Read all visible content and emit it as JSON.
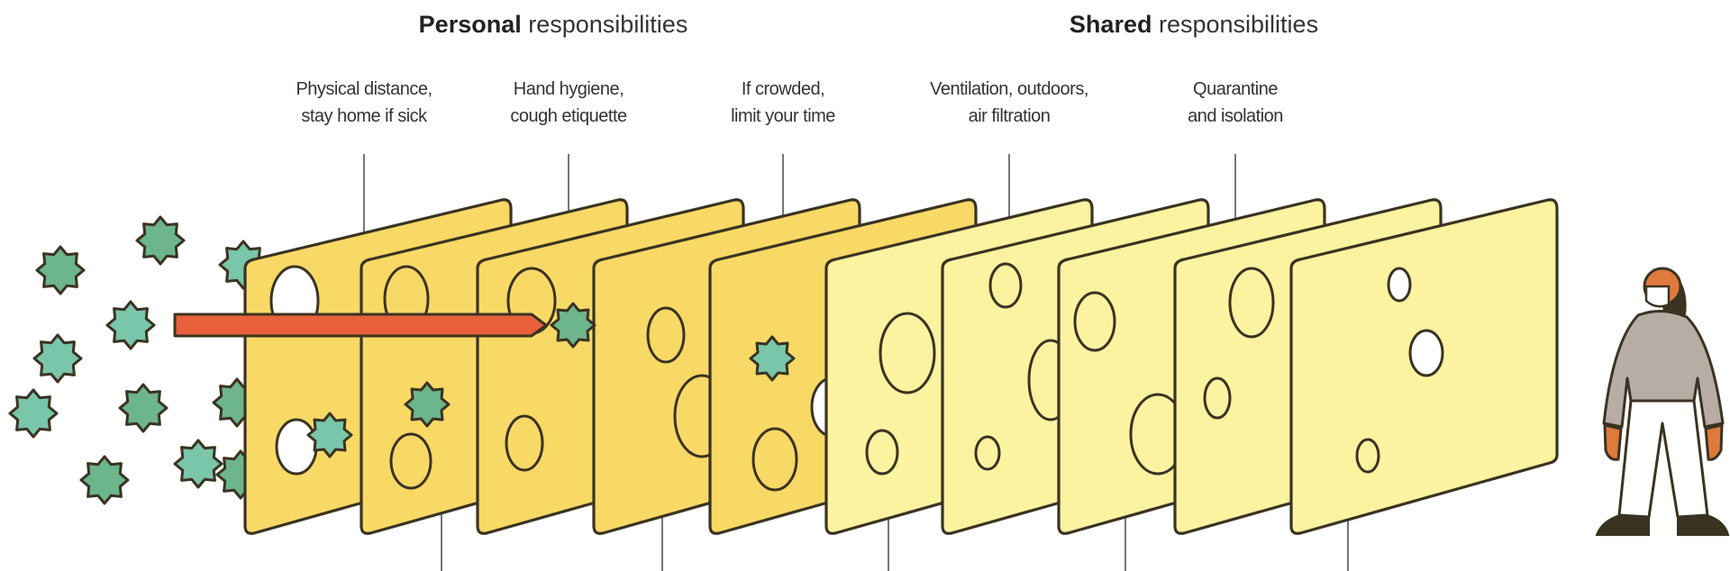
{
  "headings": {
    "personal": {
      "bold": "Personal",
      "rest": "responsibilities"
    },
    "shared": {
      "bold": "Shared",
      "rest": "responsibilities"
    }
  },
  "labels": [
    {
      "line1": "Physical distance,",
      "line2": "stay home if sick"
    },
    {
      "line1": "Hand hygiene,",
      "line2": "cough etiquette"
    },
    {
      "line1": "If crowded,",
      "line2": "limit your time"
    },
    {
      "line1": "Ventilation, outdoors,",
      "line2": "air filtration"
    },
    {
      "line1": "Quarantine",
      "line2": "and isolation"
    }
  ],
  "colors": {
    "personal_slice": "#f8d966",
    "shared_slice": "#fbf3a0",
    "outline": "#3b3322",
    "virus_a": "#6db58c",
    "virus_b": "#79c6aa",
    "arrow": "#e8613a",
    "sweater": "#b7ada5",
    "skin": "#e07a3c",
    "hair": "#3b3322"
  }
}
